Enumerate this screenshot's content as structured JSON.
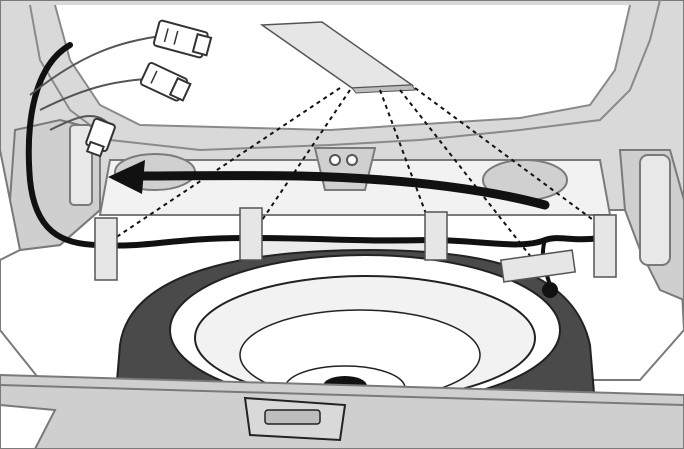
{
  "illustration": {
    "colors": {
      "background": "#ffffff",
      "body_panel": "#d9d9d9",
      "outline": "#7a7a7a",
      "dark_outline": "#222222",
      "spare_tire": "#4a4a4a",
      "wheel_face": "#f2f2f2",
      "harness": "#111111",
      "tape": "#e6e6e6",
      "arrow": "#111111"
    },
    "icons": [
      "wiring-harness",
      "connector",
      "adhesive-tape",
      "direction-arrow",
      "spare-tire"
    ],
    "tape_strip_count": 5
  }
}
